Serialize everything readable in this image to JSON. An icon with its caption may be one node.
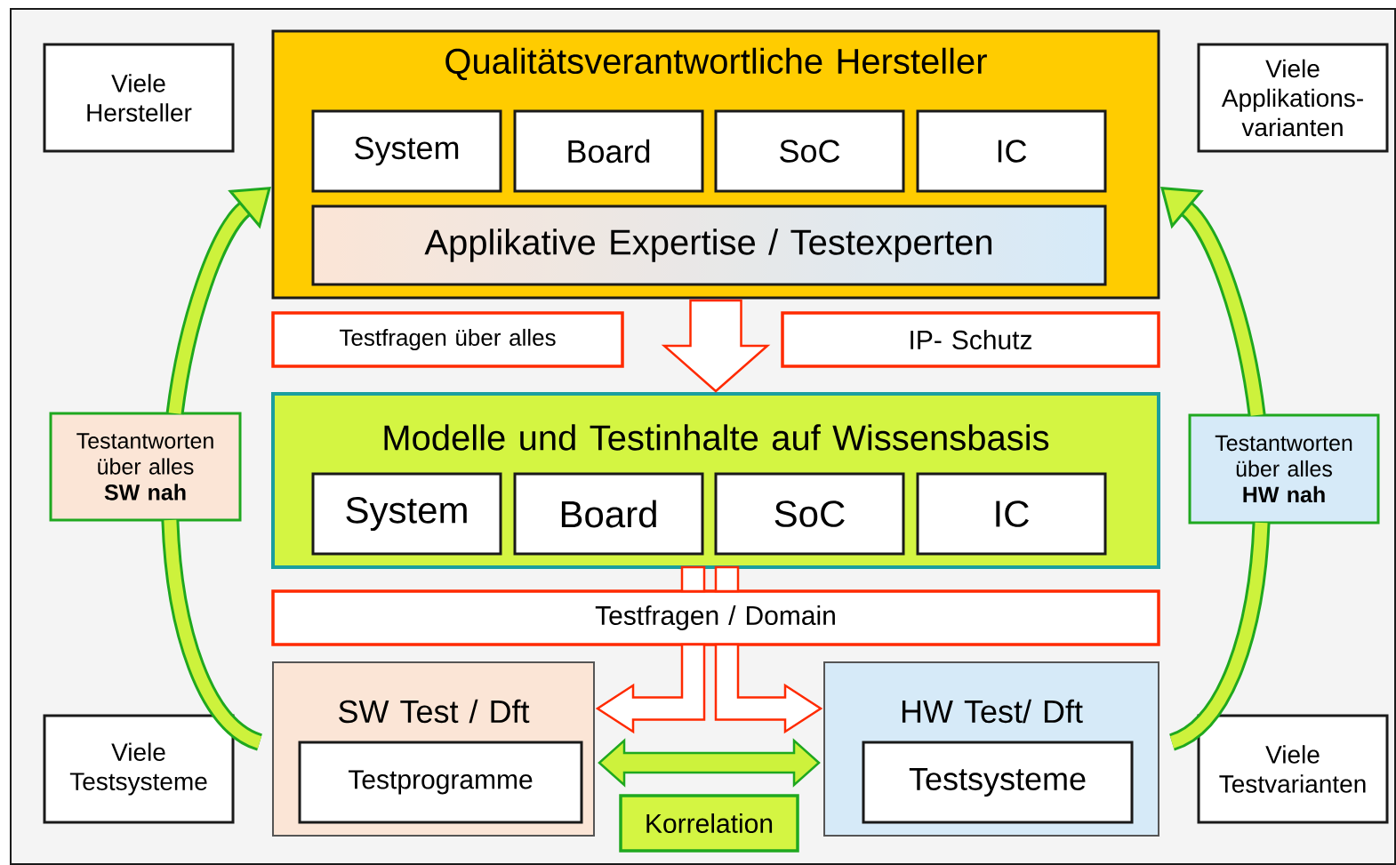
{
  "diagram": {
    "nodes": [
      {
        "text": [
          "Viele Hersteller"
        ]
      },
      {
        "text": [
          "Qualitätsverantwortliche Hersteller"
        ]
      },
      {
        "text": [
          "System"
        ],
        "in": 1
      },
      {
        "text": [
          "Board"
        ],
        "in": 1
      },
      {
        "text": [
          "SoC"
        ],
        "in": 1
      },
      {
        "text": [
          "IC"
        ],
        "in": 1
      },
      {
        "text": [
          "Applikative Expertise / Testexperten"
        ],
        "in": 1
      },
      {
        "text": [
          "Viele Applikations- varianten"
        ]
      },
      {
        "text": [
          "Testfragen über alles"
        ]
      },
      {
        "text": [
          "IP- Schutz"
        ]
      },
      {
        "text": [
          "Modelle und Testinhalte auf Wissensbasis"
        ]
      },
      {
        "text": [
          "System"
        ],
        "in": 10
      },
      {
        "text": [
          "Board"
        ],
        "in": 10
      },
      {
        "text": [
          "SoC"
        ],
        "in": 10
      },
      {
        "text": [
          "IC"
        ],
        "in": 10
      },
      {
        "text": [
          "Testfragen / Domain"
        ]
      },
      {
        "text": [
          "Testantworten über alles",
          "SW nah"
        ]
      },
      {
        "text": [
          "Testantworten über alles",
          "HW nah"
        ]
      },
      {
        "text": [
          "SW Test / Dft"
        ]
      },
      {
        "text": [
          "Testprogramme"
        ],
        "in": 18
      },
      {
        "text": [
          "HW Test/ Dft"
        ]
      },
      {
        "text": [
          "Testsysteme"
        ],
        "in": 20
      },
      {
        "text": [
          "Korrelation"
        ]
      },
      {
        "text": [
          "Viele Testsysteme"
        ]
      },
      {
        "text": [
          "Viele Testvarianten"
        ]
      }
    ],
    "edges": [
      {
        "from": 1,
        "to": 10,
        "arrow": "to",
        "style": "thick",
        "color": "#ff2a00"
      },
      {
        "from": 10,
        "to": 18,
        "arrow": "to",
        "style": "thick",
        "color": "#ff2a00"
      },
      {
        "from": 10,
        "to": 20,
        "arrow": "to",
        "style": "thick",
        "color": "#ff2a00"
      },
      {
        "from": 18,
        "to": 20,
        "arrow": "both",
        "style": "thick",
        "color": "#1fa81f"
      },
      {
        "from": 18,
        "to": 16,
        "arrow": "none",
        "color": "#1fa81f"
      },
      {
        "from": 16,
        "to": 1,
        "arrow": "to",
        "color": "#1fa81f"
      },
      {
        "from": 20,
        "to": 17,
        "arrow": "none",
        "color": "#1fa81f"
      },
      {
        "from": 17,
        "to": 1,
        "arrow": "to",
        "color": "#1fa81f"
      }
    ]
  }
}
